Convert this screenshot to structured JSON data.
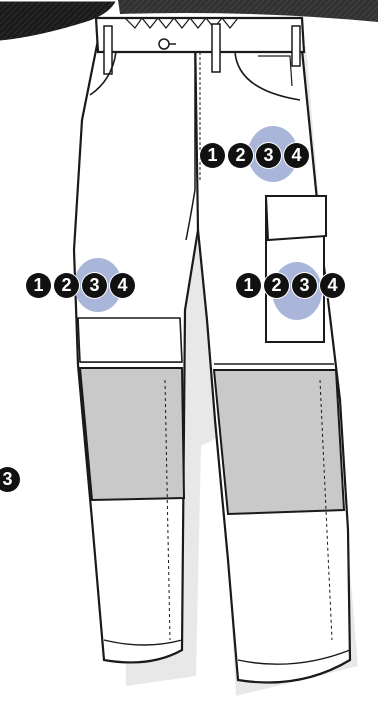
{
  "image": {
    "subject": "work-trousers-line-drawing",
    "colors": {
      "fabric": "#ffffff",
      "knee_panel": "#c9c9c9",
      "outline": "#1a1a1a",
      "logo_patch": "#1b1b1b",
      "highlight": "#9aa9d3",
      "badge": "#111111"
    }
  },
  "badge_groups": [
    {
      "id": "hip-pocket",
      "labels": [
        "1",
        "2",
        "3",
        "4"
      ],
      "highlighted": "3"
    },
    {
      "id": "front-thigh",
      "labels": [
        "1",
        "2",
        "3",
        "4"
      ],
      "highlighted": "3"
    },
    {
      "id": "cargo-pocket",
      "labels": [
        "1",
        "2",
        "3",
        "4"
      ],
      "highlighted": "3"
    }
  ],
  "single_badge": {
    "label": "3"
  }
}
